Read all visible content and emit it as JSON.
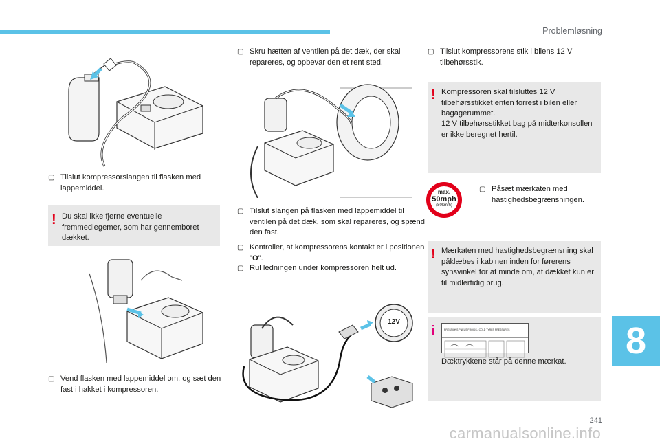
{
  "header": {
    "section_title": "Problemløsning"
  },
  "chapter_tab": "8",
  "footer": {
    "page_number": "241",
    "watermark": "carmanualsonline.info"
  },
  "col1": {
    "step1": "Tilslut kompressorslangen til flasken med lappemiddel.",
    "warning1": "Du skal ikke fjerne eventuelle fremmedlegemer, som har gennemboret dækket.",
    "step2": "Vend flasken med lappemiddel om, og sæt den fast i hakket i kompressoren."
  },
  "col2": {
    "step1": "Skru hætten af ventilen på det dæk, der skal repareres, og opbevar den et rent sted.",
    "step2": "Tilslut slangen på flasken med lappemiddel til ventilen på det dæk, som skal repareres, og spænd den fast.",
    "step3_pre": "Kontroller, at kompressorens kontakt er i positionen \"",
    "step3_bold": "O",
    "step3_post": "\".",
    "step4": "Rul ledningen under kompressoren helt ud.",
    "socket_label": "12V"
  },
  "col3": {
    "step1": "Tilslut kompressorens stik i bilens 12 V tilbehørsstik.",
    "warning1": "Kompressoren skal tilsluttes 12 V tilbehørsstikket enten forrest i bilen eller i bagagerummet.",
    "warning1b": "12 V tilbehørsstikket bag på midterkonsollen er ikke beregnet hertil.",
    "sticker": {
      "line1": "max.",
      "line2": "50mph",
      "line3": "(80km/h)"
    },
    "step2": "Påsæt mærkaten med hastighedsbegrænsningen.",
    "warning2": "Mærkaten med hastighedsbegrænsning skal påklæbes i kabinen inden for førerens synsvinkel for at minde om, at dækket kun er til midlertidig brug.",
    "info_label_title": "PRESSIONS PNEUS FROIDS / COLD TYRES PRESSURES",
    "info_text": "Dæktrykkene står på denne mærkat."
  },
  "colors": {
    "accent": "#5bc2e7",
    "warning": "#e2001a",
    "info": "#e2007a",
    "box_bg": "#e8e8e8"
  }
}
